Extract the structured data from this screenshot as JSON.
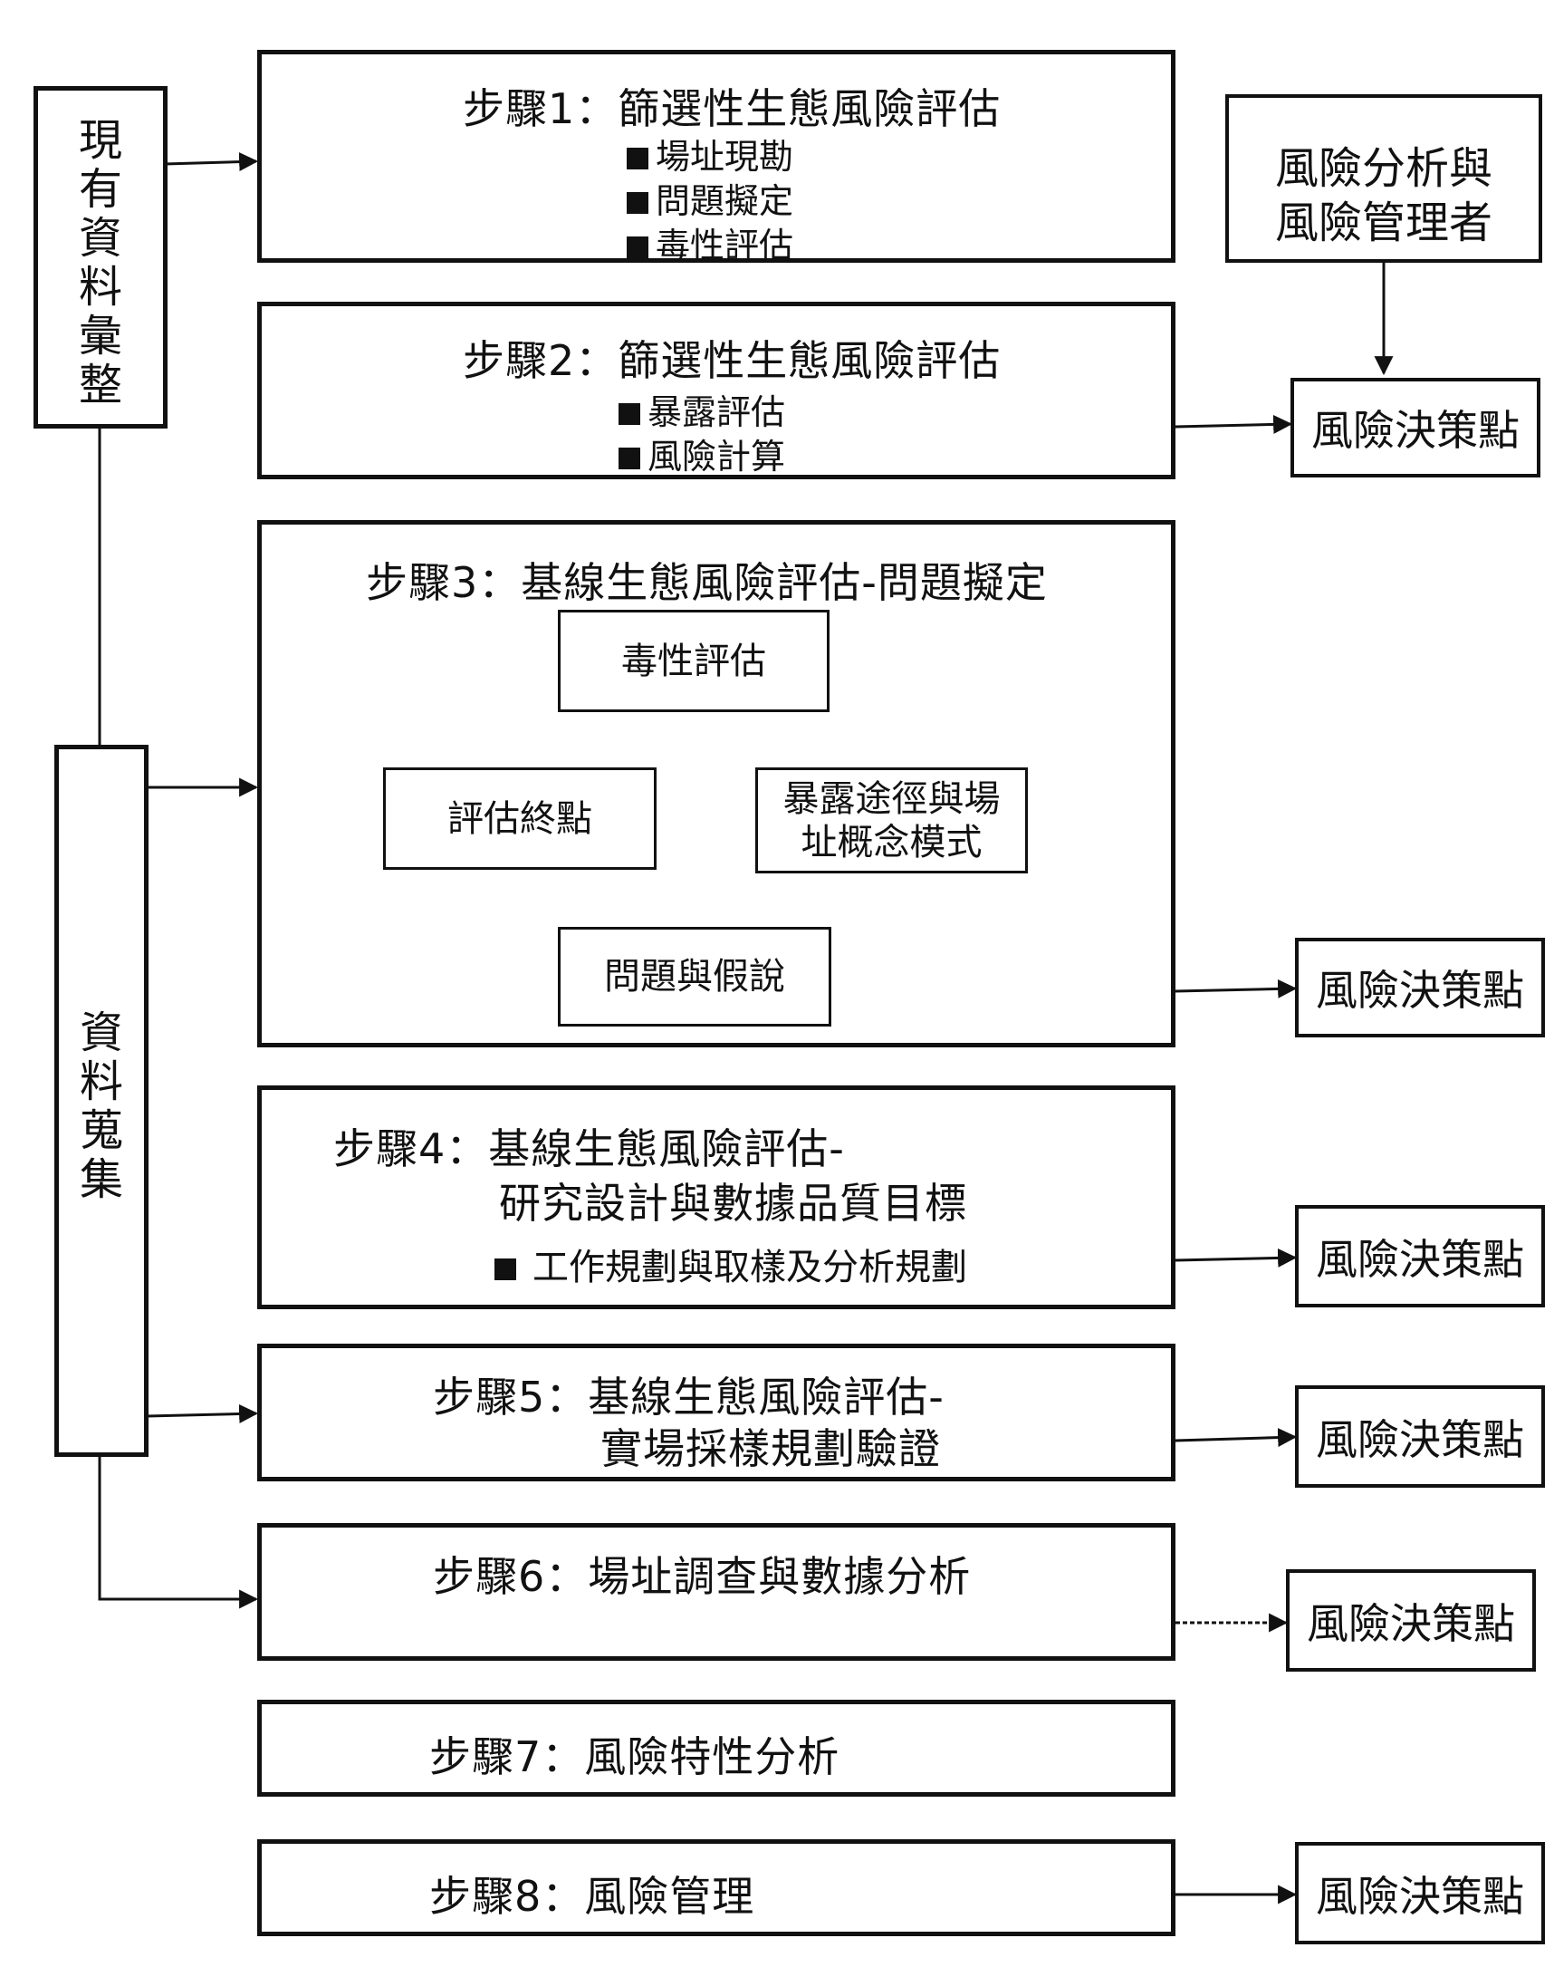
{
  "left": {
    "existing_data": "現有資料彙整",
    "data_collection": "資料蒐集"
  },
  "manager": {
    "line1": "風險分析與",
    "line2": "風險管理者"
  },
  "decision_label": "風險決策點",
  "step1": {
    "title": "步驟1：篩選性生態風險評估",
    "items": [
      "場址現勘",
      "問題擬定",
      "毒性評估"
    ]
  },
  "step2": {
    "title": "步驟2：篩選性生態風險評估",
    "items": [
      "暴露評估",
      "風險計算"
    ]
  },
  "step3": {
    "title": "步驟3：基線生態風險評估-問題擬定",
    "toxicity": "毒性評估",
    "endpoint": "評估終點",
    "exposure_line1": "暴露途徑與場",
    "exposure_line2": "址概念模式",
    "questions": "問題與假說"
  },
  "step4": {
    "title_line1": "步驟4：基線生態風險評估-",
    "title_line2": "研究設計與數據品質目標",
    "item": "工作規劃與取樣及分析規劃"
  },
  "step5": {
    "title_line1": "步驟5：基線生態風險評估-",
    "title_line2": "實場採樣規劃驗證"
  },
  "step6": {
    "title": "步驟6：場址調查與數據分析"
  },
  "step7": {
    "title": "步驟7：風險特性分析"
  },
  "step8": {
    "title": "步驟8：風險管理"
  }
}
